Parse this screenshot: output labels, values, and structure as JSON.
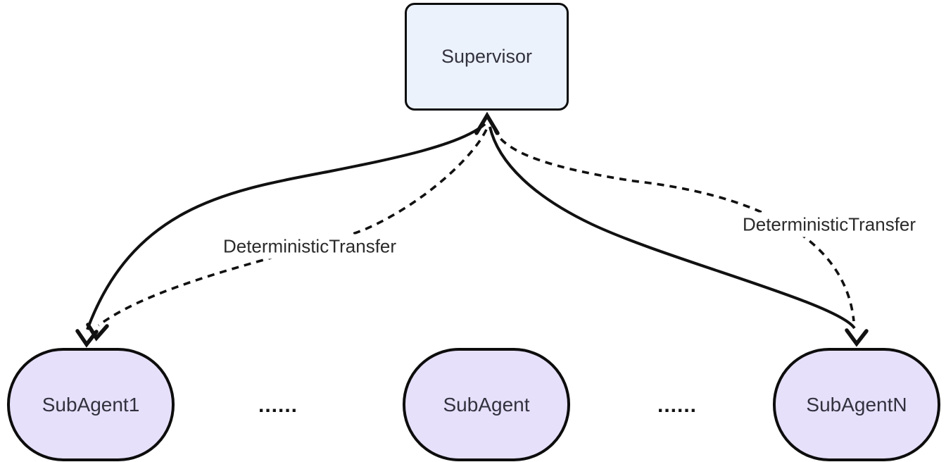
{
  "diagram": {
    "title_node": {
      "label": "Supervisor"
    },
    "subagents": [
      {
        "label": "SubAgent1"
      },
      {
        "label": "SubAgent"
      },
      {
        "label": "SubAgentN"
      }
    ],
    "ellipsis_left": "......",
    "ellipsis_right": "......",
    "edge_labels": {
      "left": "DeterministicTransfer",
      "right": "DeterministicTransfer"
    },
    "edges": [
      {
        "from": "Supervisor",
        "to": "SubAgent1",
        "style": "solid",
        "arrows": "both"
      },
      {
        "from": "Supervisor",
        "to": "SubAgentN",
        "style": "solid",
        "arrows": "both"
      },
      {
        "from": "Supervisor",
        "to": "SubAgent1",
        "style": "dashed",
        "label": "DeterministicTransfer"
      },
      {
        "from": "Supervisor",
        "to": "SubAgentN",
        "style": "dashed",
        "label": "DeterministicTransfer"
      }
    ]
  },
  "colors": {
    "background": "#ffffff",
    "supervisor_fill": "#ecf2fc",
    "subagent_fill": "#e7e0fb",
    "node_border": "#0d0d0d",
    "node_text": "#32323e",
    "edge": "#111111",
    "label_text": "#2b2b2b"
  }
}
